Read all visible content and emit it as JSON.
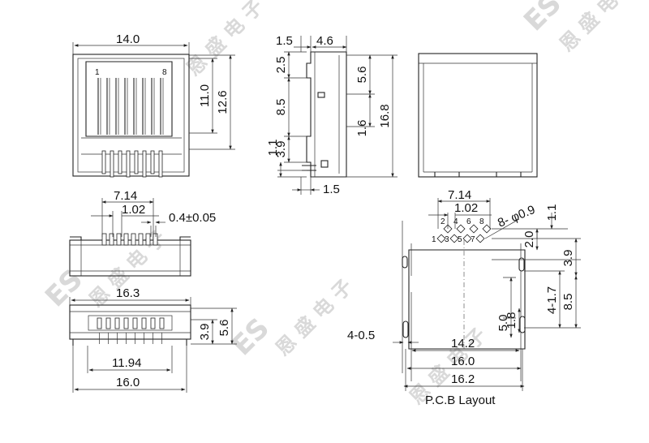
{
  "watermark": {
    "logo": "ES",
    "company": "恩 盛 电 子"
  },
  "front_view": {
    "width": "14.0",
    "height_inner": "11.0",
    "height_outer": "12.6",
    "pin_first": "1",
    "pin_last": "8"
  },
  "side_view": {
    "top_left": "1.5",
    "top_right": "4.6",
    "left_a": "2.5",
    "left_b": "8.5",
    "left_c": "3.9",
    "left_d": "1.1",
    "right_a": "5.6",
    "right_b": "1.6",
    "total_height": "16.8",
    "bottom": "1.5"
  },
  "bottom_front_view": {
    "pin_span": "7.14",
    "pin_pitch": "1.02",
    "tolerance": "0.4±0.05"
  },
  "bottom_view": {
    "width_top": "16.3",
    "h_small": "3.9",
    "h_large": "5.6",
    "pin_row": "11.94",
    "width_bottom": "16.0"
  },
  "pcb_layout": {
    "pin_span": "7.14",
    "pin_pitch": "1.02",
    "hole_note": "8- φ0.9",
    "dim_11": "1.1",
    "dim_20": "2.0",
    "dim_39": "3.9",
    "dim_17": "4-1.7",
    "dim_85": "8.5",
    "dim_50": "5.0",
    "dim_18": "1.8",
    "dim_05": "4-0.5",
    "dim_142": "14.2",
    "dim_160": "16.0",
    "dim_162": "16.2",
    "pin_labels_top": [
      "2",
      "4",
      "6",
      "8"
    ],
    "pin_labels_bottom": [
      "1",
      "3",
      "5",
      "7"
    ],
    "caption": "P.C.B Layout"
  }
}
